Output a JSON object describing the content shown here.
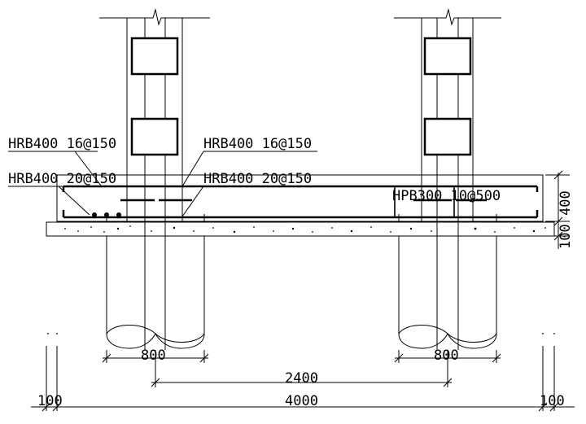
{
  "rebar_labels": {
    "top_left": "HRB400 16@150",
    "bottom_left": "HRB400 20@150",
    "top_right": "HRB400 16@150",
    "bottom_right": "HRB400 20@150",
    "stirrup": "HPB300 10@500"
  },
  "dimensions": {
    "pile_left_width": "800",
    "pile_right_width": "800",
    "pile_spacing": "2400",
    "overall_width": "4000",
    "edge_left": "100",
    "edge_right": "100",
    "slab_thickness": "400",
    "bedding_thickness": "100"
  }
}
